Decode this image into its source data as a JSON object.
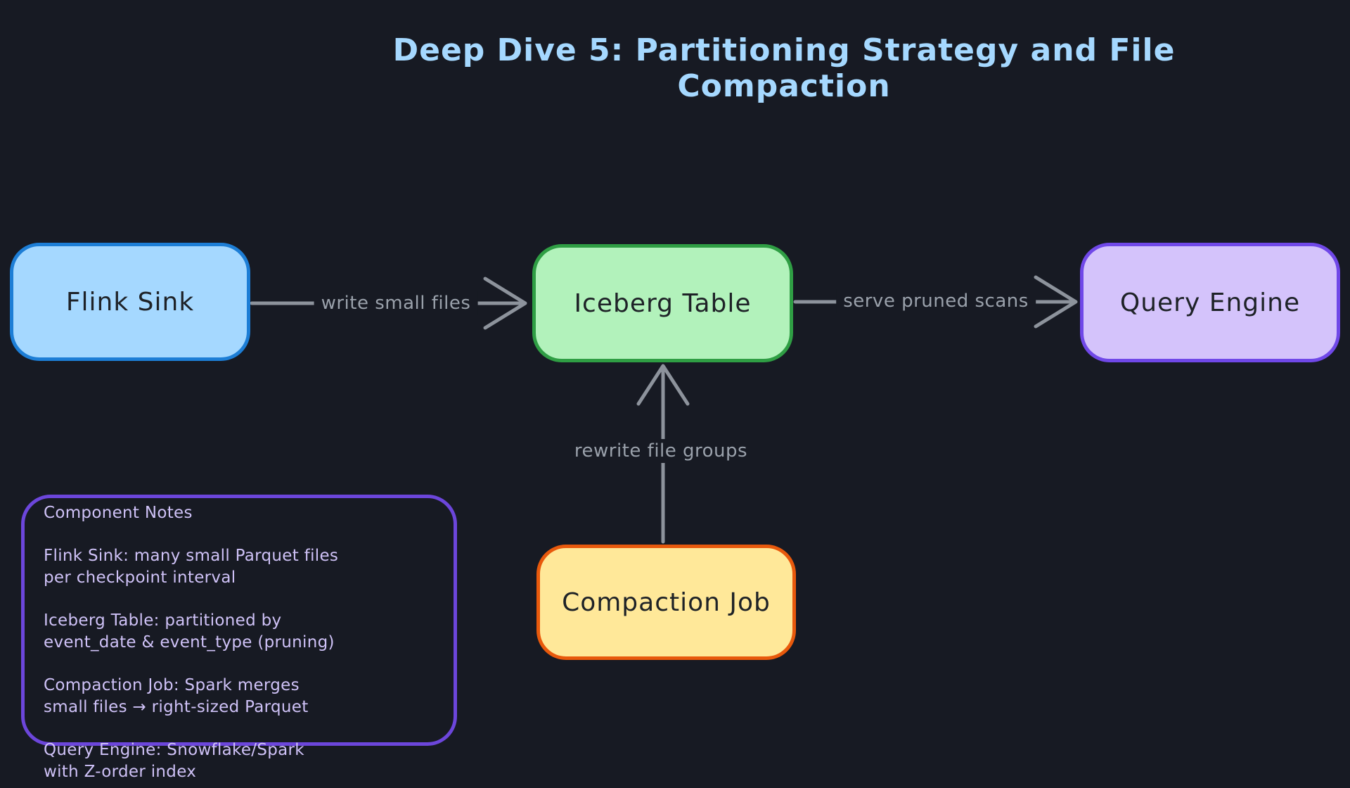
{
  "title": {
    "text": "Deep Dive 5: Partitioning Strategy and File Compaction",
    "color": "#a5d8ff"
  },
  "canvas": {
    "background": "#171a23",
    "edge_color": "#8d939c"
  },
  "nodes": [
    {
      "id": "flink-sink",
      "label": "Flink Sink",
      "fill": "#a5d8ff",
      "stroke": "#1d7ed6"
    },
    {
      "id": "iceberg-table",
      "label": "Iceberg Table",
      "fill": "#b2f2bb",
      "stroke": "#2f9e44"
    },
    {
      "id": "query-engine",
      "label": "Query Engine",
      "fill": "#d4c3fb",
      "stroke": "#7048e8"
    },
    {
      "id": "compaction-job",
      "label": "Compaction Job",
      "fill": "#ffe899",
      "stroke": "#e8590c"
    }
  ],
  "edges": [
    {
      "from": "flink-sink",
      "to": "iceberg-table",
      "label": "write small files"
    },
    {
      "from": "iceberg-table",
      "to": "query-engine",
      "label": "serve pruned scans"
    },
    {
      "from": "compaction-job",
      "to": "iceberg-table",
      "label": "rewrite file groups"
    }
  ],
  "notes": {
    "title": "Component Notes",
    "border_color": "#6c46db",
    "text_color": "#cfc2f7",
    "items": [
      {
        "text": "Flink Sink: many small Parquet files\nper checkpoint interval"
      },
      {
        "text": "Iceberg Table: partitioned by\nevent_date & event_type (pruning)"
      },
      {
        "text": "Compaction Job: Spark merges\nsmall files → right-sized Parquet"
      },
      {
        "text": "Query Engine: Snowflake/Spark\nwith Z-order index"
      }
    ]
  }
}
